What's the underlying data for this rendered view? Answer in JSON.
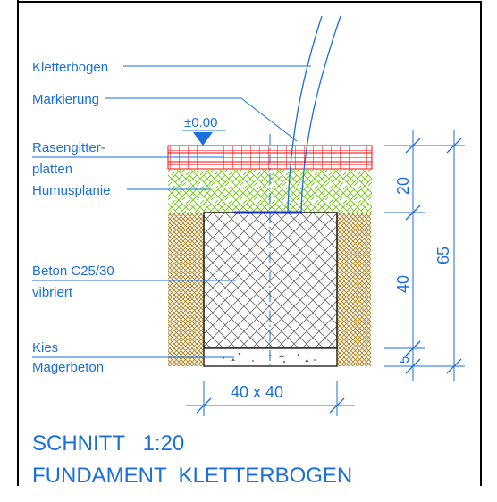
{
  "labels": {
    "kletterbogen": "Kletterbogen",
    "markierung": "Markierung",
    "level": "±0.00",
    "rasengitter_1": "Rasengitter-",
    "rasengitter_2": "platten",
    "humusplanie": "Humusplanie",
    "beton_1": "Beton C25/30",
    "beton_2": "vibriert",
    "kies": "Kies",
    "magerbeton": "Magerbeton"
  },
  "dimensions": {
    "width": "40 x 40",
    "d20": "20",
    "d40": "40",
    "d5": "5",
    "d65": "65"
  },
  "title": {
    "line1": "SCHNITT   1:20",
    "line2": "FUNDAMENT  KLETTERBOGEN"
  },
  "colors": {
    "annotation": "#1a6fdc",
    "grass_grid": "#ff0000",
    "humus": "#7acc1e",
    "gravel": "#b0882a",
    "concrete": "#555555"
  }
}
